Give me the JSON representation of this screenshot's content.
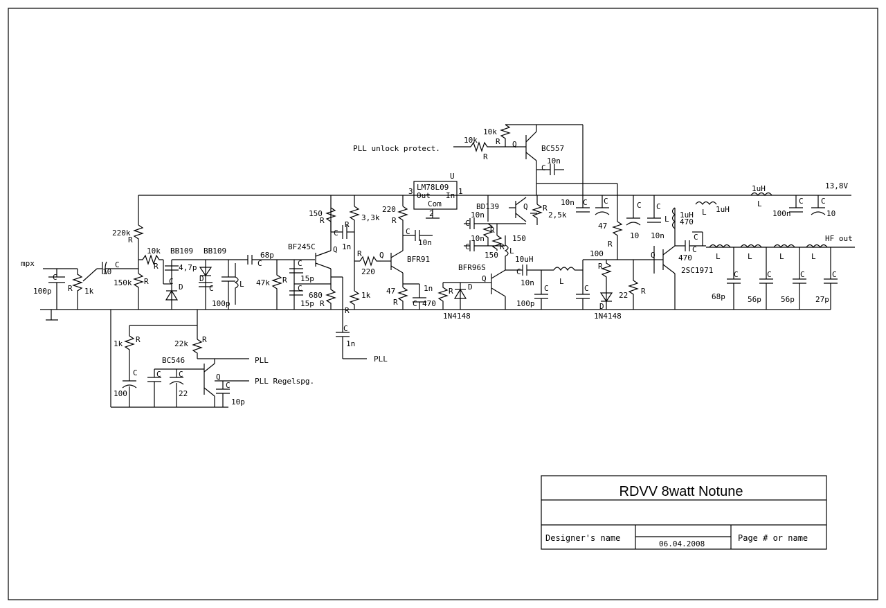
{
  "labels": {
    "mpx": "mpx",
    "c_in": "C",
    "c_in_val": "100p",
    "pot": "R",
    "pot_val": "1k",
    "c_ecap": "C",
    "c_ecap_val": "10",
    "r220k": "R",
    "r220k_val": "220k",
    "r150k": "R",
    "r150k_val": "150k",
    "r10k": "R",
    "r10k_val": "10k",
    "bb1": "BB109",
    "bb2": "BB109",
    "c47p": "C",
    "c47p_val": "4,7p",
    "d1": "D",
    "d2": "D",
    "c100p": "C",
    "c100p_val": "100p",
    "l_tank": "L",
    "c68p": "C",
    "c68p_val": "68p",
    "r47k": "R",
    "r47k_val": "47k",
    "c15a": "C",
    "c15a_val": "15p",
    "c15b": "C",
    "c15b_val": "15p",
    "bf245": "BF245C",
    "q_bf245": "Q",
    "r150": "R",
    "r150_val": "150",
    "r680": "R",
    "r680_val": "680",
    "c1n_a": "C",
    "c1n_a_val": "1n",
    "r33k": "R",
    "r33k_val": "3,3k",
    "r1k": "R",
    "r1k_val": "1k",
    "c1n_b": "C",
    "c1n_b_val": "1n",
    "pll_out": "PLL",
    "r220a": "R",
    "r220a_val": "220",
    "r220b": "R",
    "r220b_val": "220",
    "bfr91": "BFR91",
    "q_bfr91": "Q",
    "c10n_a": "C",
    "c10n_a_val": "10n",
    "r47": "R",
    "r47_val": "47",
    "c1n_c": "C",
    "c1n_c_val": "1n",
    "c470a": "C",
    "c470a_val": "470",
    "lm78": "LM78L09",
    "u": "U",
    "pin3": "3",
    "pin1": "1",
    "pin2": "2",
    "out": "Out",
    "in": "In",
    "com": "Com",
    "pll_unlock": "PLL unlock protect.",
    "r10k_b": "R",
    "r10k_b_val": "10k",
    "r10k_c": "R",
    "r10k_c_val": "10k",
    "bc557": "BC557",
    "q_bc557": "Q",
    "c10n_bc": "C",
    "c10n_bc_val": "10n",
    "bd139": "BD139",
    "q_bd139": "Q",
    "pot25": "R",
    "pot25_val": "2,5k",
    "c10n_d": "C",
    "c10n_d_val": "10n",
    "c47": "C",
    "c47_val": "47",
    "c10n_e": "C",
    "c10n_e_val": "10n",
    "c10n_f": "C",
    "c10n_f_val": "10n",
    "r150b": "R",
    "r150b_val": "150",
    "r150c": "R",
    "r150c_val": "150",
    "l10uh": "L",
    "l10uh_val": "10uH",
    "bfr96s": "BFR96S",
    "q_bfr96": "Q",
    "c10n_g": "C",
    "c10n_g_val": "10n",
    "l_mid": "L",
    "c100p_b": "C",
    "c100p_b_val": "100p",
    "c_mid2": "C",
    "r_b96": "R",
    "d3": "D",
    "n4148a": "1N4148",
    "r100": "R",
    "r100_val": "100",
    "r22": "R",
    "r22_val": "22",
    "r_top": "R",
    "r_pa": "R",
    "d4": "D",
    "n4148b": "1N4148",
    "c10_a": "C",
    "c10_a_val": "10",
    "c10n_h": "C",
    "c10n_h_val": "10n",
    "l1uh_a": "L",
    "l1uh_a_val": "1uH",
    "l1uh_b": "L",
    "l1uh_b_val": "1uH",
    "r470": "470",
    "c470b": "C",
    "c470b_val": "470",
    "c_pa": "C",
    "sc1971": "2SC1971",
    "q_pa": "Q",
    "l1uh_c": "L",
    "l1uh_c_val": "1uH",
    "c100n": "C",
    "c100n_val": "100n",
    "c10_b": "C",
    "c10_b_val": "10",
    "vcc": "13,8V",
    "hf_out": "HF out",
    "lpf_l": "L",
    "c68": "C",
    "c68_val": "68p",
    "c56a": "C",
    "c56a_val": "56p",
    "c56b": "C",
    "c56b_val": "56p",
    "c27": "C",
    "c27_val": "27p",
    "r1k_b": "R",
    "r1k_b_val": "1k",
    "r22k": "R",
    "r22k_val": "22k",
    "bc546": "BC546",
    "q_bc546": "Q",
    "c100": "C",
    "c100_val": "100",
    "c_pl": "C",
    "c22": "C",
    "c22_val": "22",
    "c10p": "C",
    "c10p_val": "10p",
    "pll": "PLL",
    "pll_reg": "PLL Regelspg."
  },
  "title_block": {
    "title": "RDVV 8watt Notune",
    "designer": "Designer's name",
    "date": "06.04.2008",
    "page": "Page # or name"
  }
}
